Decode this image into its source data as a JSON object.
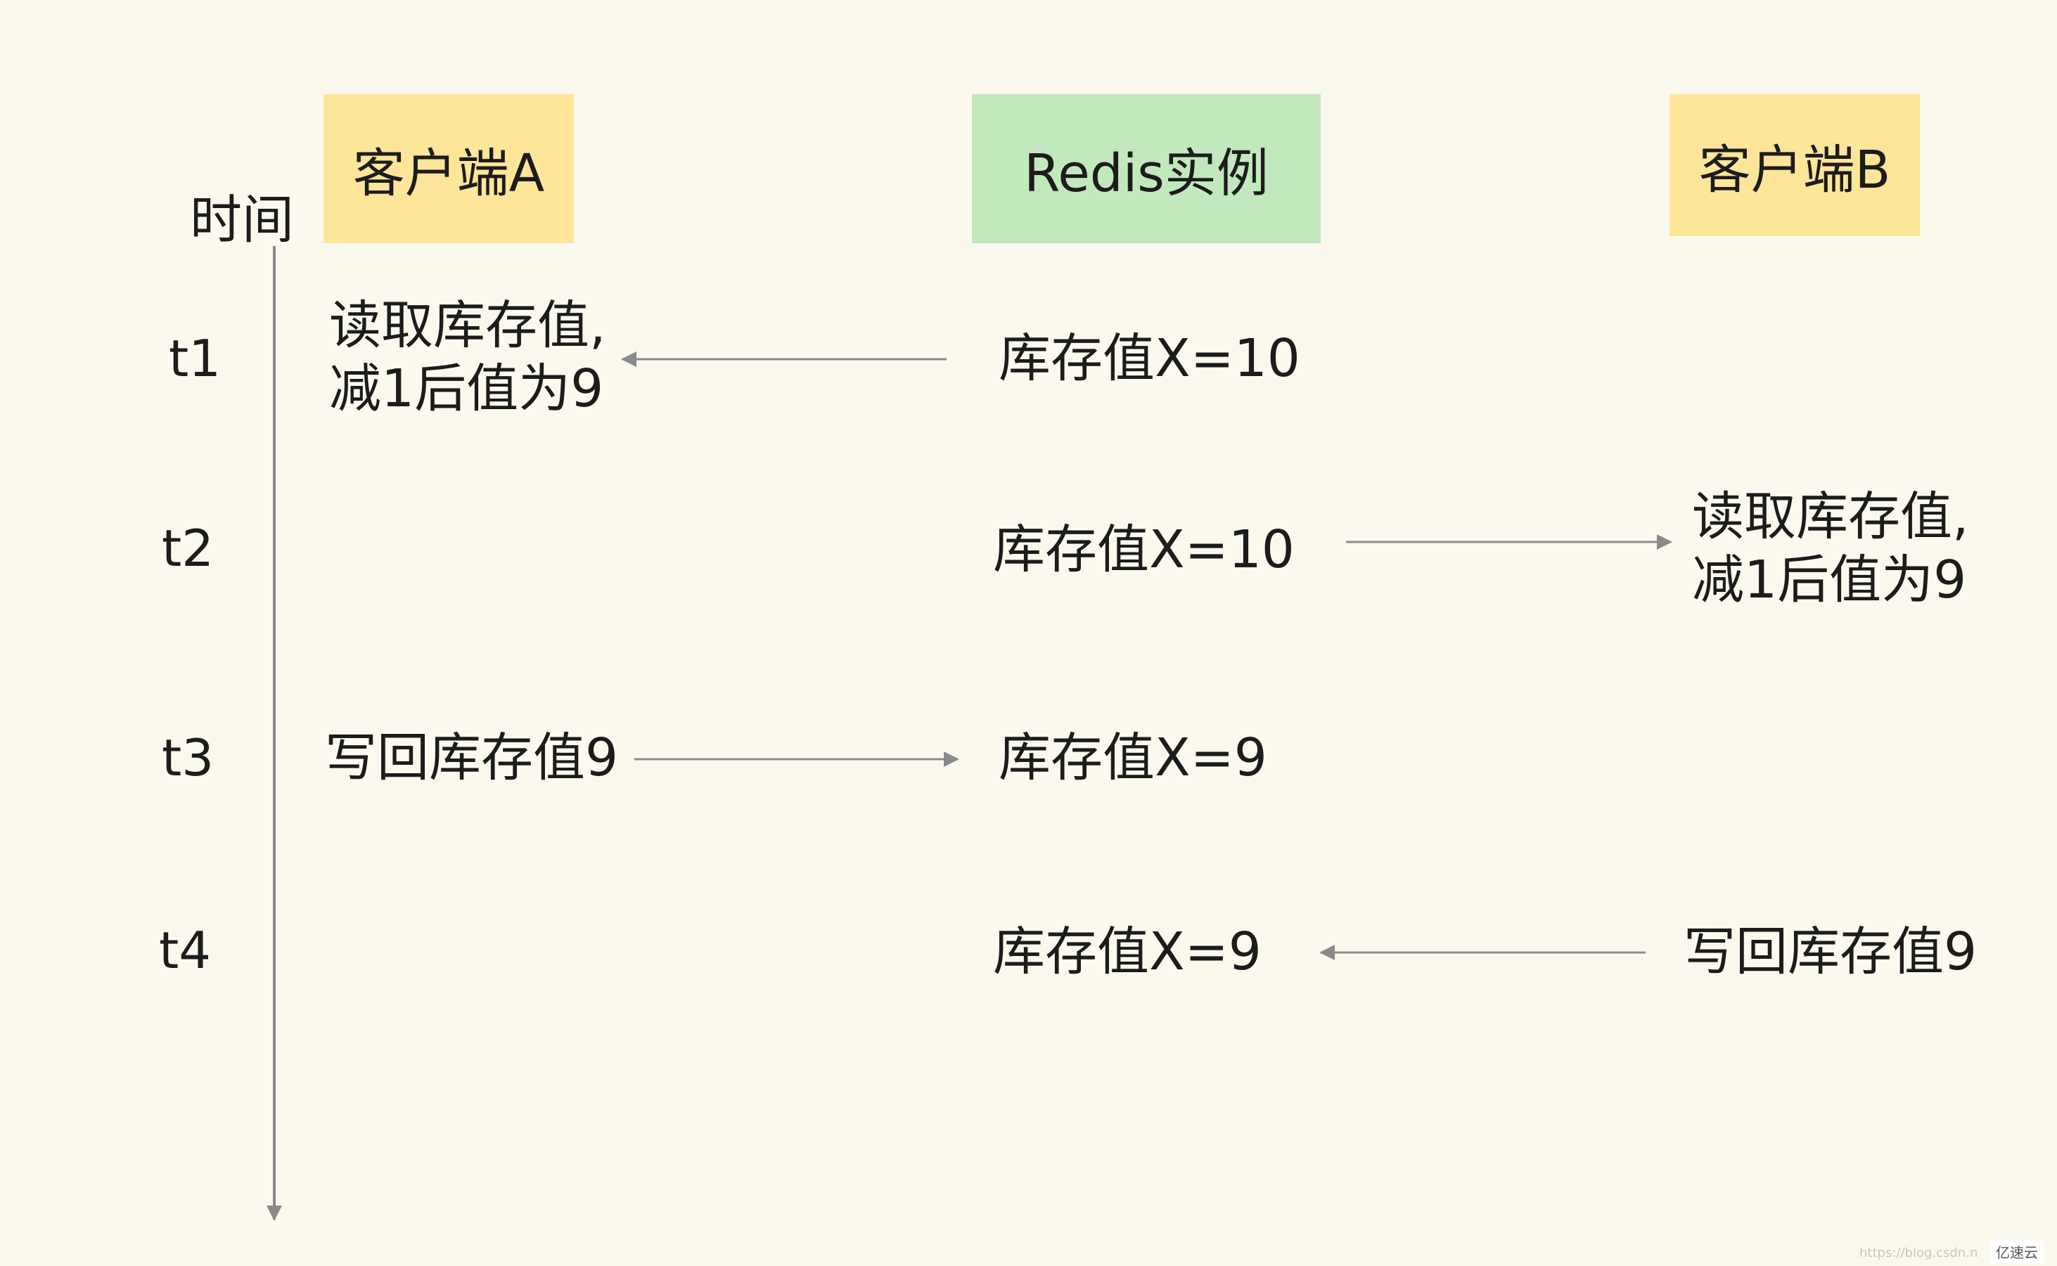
{
  "header": {
    "time_label": "时间",
    "client_a": "客户端A",
    "redis": "Redis实例",
    "client_b": "客户端B"
  },
  "times": [
    "t1",
    "t2",
    "t3",
    "t4"
  ],
  "events": {
    "t1_client_a_line1": "读取库存值,",
    "t1_client_a_line2": "减1后值为9",
    "t1_redis": "库存值X=10",
    "t2_redis": "库存值X=10",
    "t2_client_b_line1": "读取库存值,",
    "t2_client_b_line2": "减1后值为9",
    "t3_client_a": "写回库存值9",
    "t3_redis": "库存值X=9",
    "t4_redis": "库存值X=9",
    "t4_client_b": "写回库存值9"
  },
  "footer": {
    "watermark": "https://blog.csdn.n",
    "logo": "亿速云"
  },
  "colors": {
    "background": "#fbf9ee",
    "client_box": "#fde59a",
    "redis_box": "#c2e8bd",
    "arrow": "#8a8a8a"
  }
}
